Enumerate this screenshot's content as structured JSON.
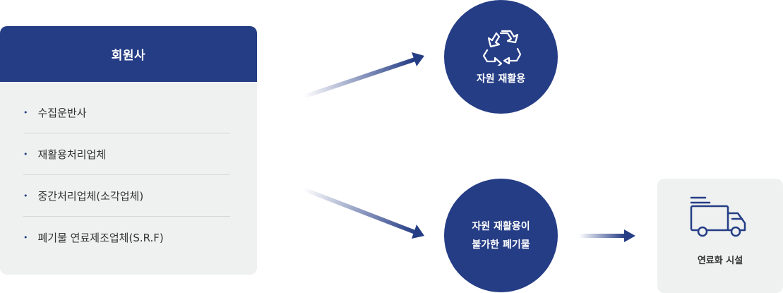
{
  "members": {
    "title": "회원사",
    "items": [
      "수집운반사",
      "재활용처리업체",
      "중간처리업체(소각업체)",
      "폐기물 연료제조업체(S.R.F)"
    ]
  },
  "recycle": {
    "label": "자원 재활용"
  },
  "waste": {
    "line1": "자원 재활용이",
    "line2": "불가한 폐기물"
  },
  "fuel": {
    "label": "연료화 시설"
  },
  "colors": {
    "primary": "#253d85",
    "card_bg": "#eef1f0"
  }
}
